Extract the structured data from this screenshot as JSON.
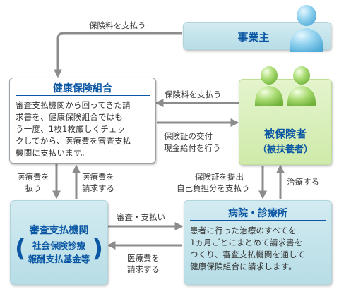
{
  "nodes": {
    "employer": {
      "title": "事業主"
    },
    "health_union": {
      "title": "健康保険組合",
      "lines": [
        "審査支払機関から回ってきた請",
        "求書を、健康保険組合ではも",
        "う一度、1枚1枚厳しくチェッ",
        "クしてから、医療費を審査支払",
        "機関に支払います。"
      ]
    },
    "insured": {
      "title": "被保険者",
      "subtitle": "（被扶養者）"
    },
    "review": {
      "title": "審査支払機関",
      "sub1": "社会保険診療",
      "sub2": "報酬支払基金等"
    },
    "hospital": {
      "title": "病院・診療所",
      "lines": [
        "患者に行った治療のすべてを",
        "1ヵ月ごとにまとめて請求書を",
        "つくり、審査支払機関を通して",
        "健康保険組合に請求します。"
      ]
    }
  },
  "labels": {
    "pay_premium_top": "保険料を支払う",
    "pay_premium_mid": "保険料を支払う",
    "benefit_line1": "保険証の交付",
    "benefit_line2": "現金給付を行う",
    "pay_fee_line1": "医療費を",
    "pay_fee_line2": "払う",
    "claim_fee_up_line1": "医療費を",
    "claim_fee_up_line2": "請求する",
    "show_card_line1": "保険証を提出",
    "show_card_line2": "自己負担分を支払う",
    "treat": "治療する",
    "review_pay": "審査・支払い",
    "claim_fee_left_line1": "医療費を",
    "claim_fee_left_line2": "請求する"
  },
  "colors": {
    "blue_box": "#c6e5ec",
    "green_box": "#d8efb8",
    "title_blue": "#0b57a4",
    "arrow_gray": "#8c8c8c",
    "person_blue": "#8fd1ee",
    "person_green": "#9ed36a"
  },
  "icons": [
    "person-blue-icon",
    "people-green-icon"
  ]
}
